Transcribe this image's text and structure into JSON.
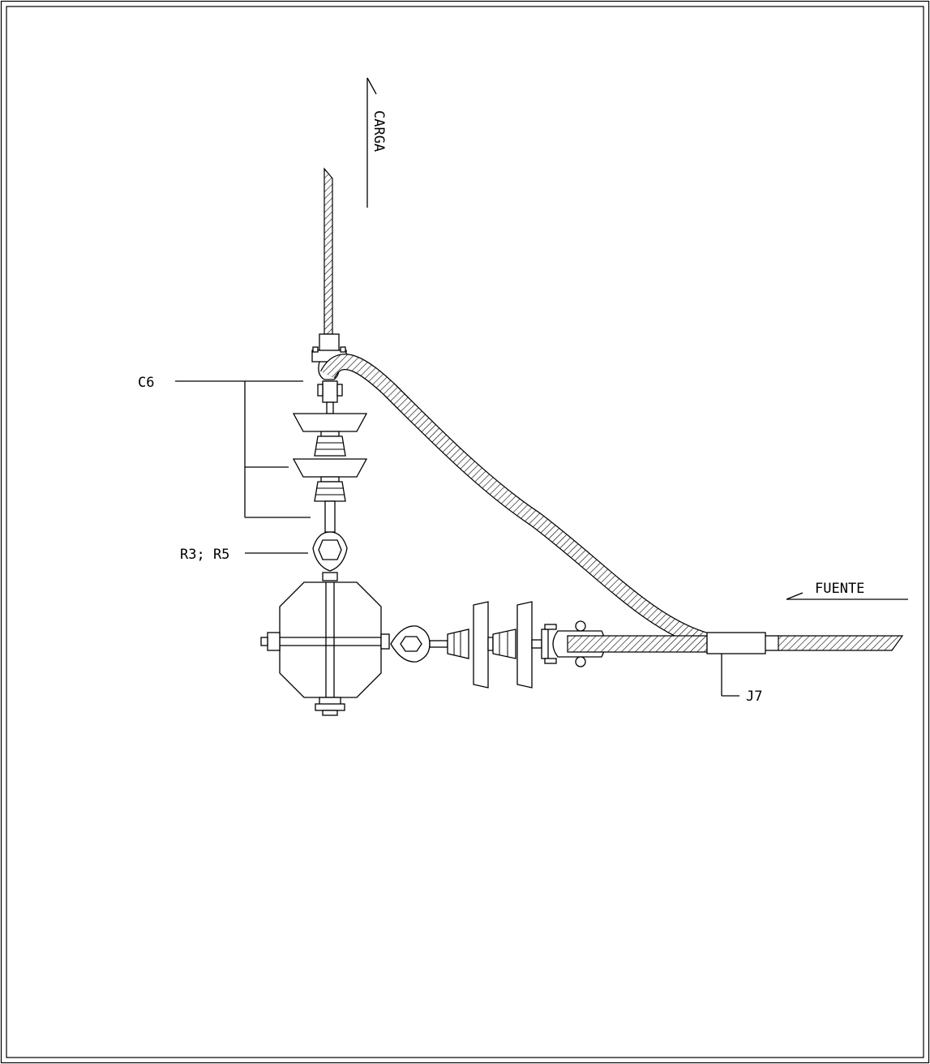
{
  "labels": {
    "carga": "CARGA",
    "fuente": "FUENTE",
    "c6": "C6",
    "r3r5": "R3; R5",
    "j7": "J7"
  },
  "colors": {
    "ink": "#000000",
    "paper": "#ffffff"
  }
}
